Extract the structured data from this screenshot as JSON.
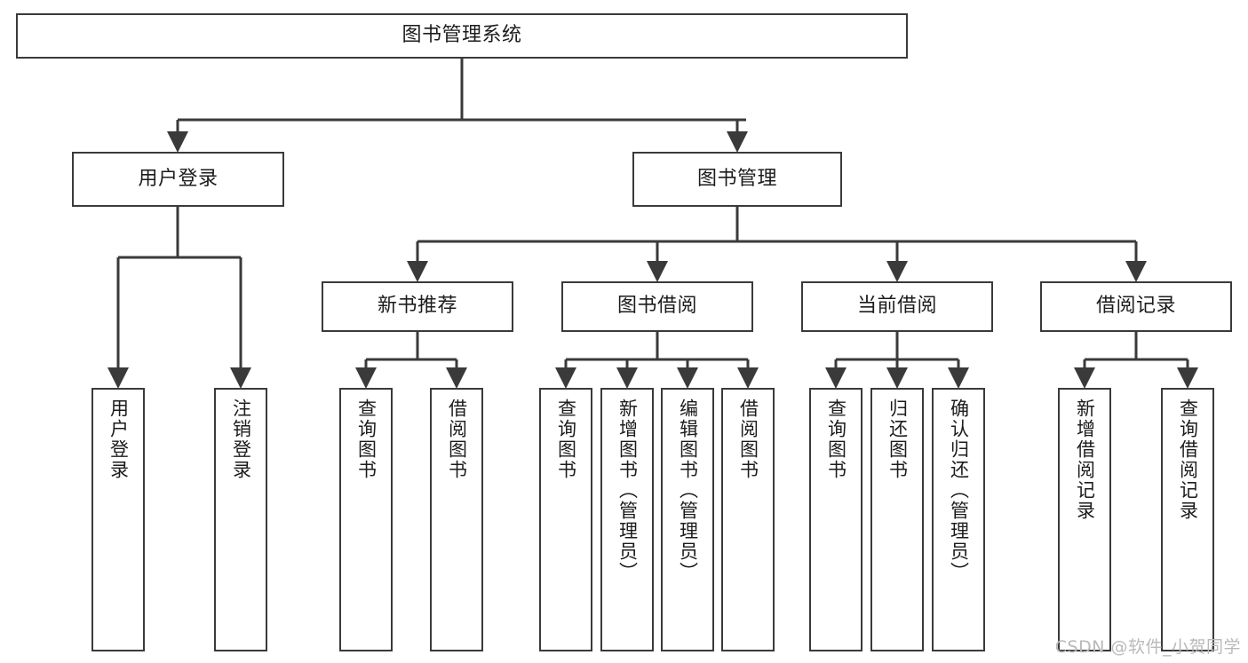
{
  "diagram": {
    "title": "图书管理系统",
    "watermark": "CSDN @软件_小贺同学",
    "stroke_color": "#3a3a3a",
    "background_color": "#ffffff",
    "text_color": "#1c1c1c",
    "watermark_color": "#b9b9b9"
  },
  "nodes": {
    "root": {
      "label": "图书管理系统"
    },
    "level2": [
      {
        "id": "user-login",
        "label": "用户登录"
      },
      {
        "id": "book-management",
        "label": "图书管理"
      }
    ],
    "level3": [
      {
        "id": "new-book-recommend",
        "label": "新书推荐"
      },
      {
        "id": "book-borrow",
        "label": "图书借阅"
      },
      {
        "id": "current-borrow",
        "label": "当前借阅"
      },
      {
        "id": "borrow-record",
        "label": "借阅记录"
      }
    ],
    "leaves": {
      "user-login": [
        {
          "id": "leaf-user-login",
          "label": "用户登录"
        },
        {
          "id": "leaf-logout",
          "label": "注销登录"
        }
      ],
      "new-book-recommend": [
        {
          "id": "leaf-query-book-1",
          "label": "查询图书"
        },
        {
          "id": "leaf-borrow-book-1",
          "label": "借阅图书"
        }
      ],
      "book-borrow": [
        {
          "id": "leaf-query-book-2",
          "label": "查询图书"
        },
        {
          "id": "leaf-add-book",
          "label": "新增图书（管理员）"
        },
        {
          "id": "leaf-edit-book",
          "label": "编辑图书（管理员）"
        },
        {
          "id": "leaf-borrow-book-2",
          "label": "借阅图书"
        }
      ],
      "current-borrow": [
        {
          "id": "leaf-query-book-3",
          "label": "查询图书"
        },
        {
          "id": "leaf-return-book",
          "label": "归还图书"
        },
        {
          "id": "leaf-confirm-return",
          "label": "确认归还（管理员）"
        }
      ],
      "borrow-record": [
        {
          "id": "leaf-add-record",
          "label": "新增借阅记录"
        },
        {
          "id": "leaf-query-record",
          "label": "查询借阅记录"
        }
      ]
    }
  }
}
